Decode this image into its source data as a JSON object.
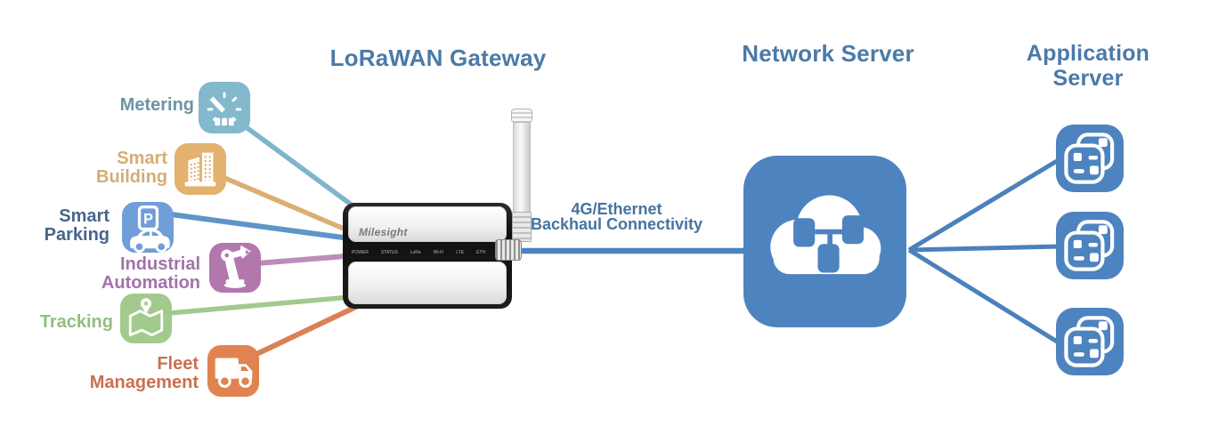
{
  "titles": {
    "gateway": "LoRaWAN Gateway",
    "network_server": "Network Server",
    "application_server": "Application Server"
  },
  "title_color": "#4a7aa8",
  "backhaul": {
    "line1": "4G/Ethernet",
    "line2": "Backhaul Connectivity",
    "text_color": "#47749f",
    "line_color": "#4c84bf"
  },
  "device": {
    "brand": "Milesight",
    "leds": [
      "POWER",
      "STATUS",
      "LoRa",
      "Wi-Fi",
      "LTE",
      "ETH"
    ]
  },
  "use_cases": [
    {
      "name": "metering",
      "l1": "Metering",
      "l2": "",
      "icon": "gauge-icon",
      "icon_color": "#84b8cd",
      "text_color": "#6b94a6",
      "line_color": "#7fb5c8"
    },
    {
      "name": "smart-building",
      "l1": "Smart",
      "l2": "Building",
      "icon": "building-icon",
      "icon_color": "#e2b26e",
      "text_color": "#d6ac74",
      "line_color": "#dcae72"
    },
    {
      "name": "smart-parking",
      "l1": "Smart",
      "l2": "Parking",
      "icon": "parking-icon",
      "icon_color": "#6f9ed9",
      "text_color": "#49648e",
      "line_color": "#6094c9"
    },
    {
      "name": "industrial-automation",
      "l1": "Industrial",
      "l2": "Automation",
      "icon": "robot-arm-icon",
      "icon_color": "#b278ae",
      "text_color": "#a273a9",
      "line_color": "#bd8cba"
    },
    {
      "name": "tracking",
      "l1": "Tracking",
      "l2": "",
      "icon": "map-pin-icon",
      "icon_color": "#a3ca8d",
      "text_color": "#93be7f",
      "line_color": "#a3c98f"
    },
    {
      "name": "fleet-management",
      "l1": "Fleet",
      "l2": "Management",
      "icon": "truck-icon",
      "icon_color": "#e18350",
      "text_color": "#c8714e",
      "line_color": "#da8157"
    }
  ],
  "network": {
    "box_color": "#4d83bf",
    "link_color": "#4b81bb",
    "app_server_count": 3
  }
}
